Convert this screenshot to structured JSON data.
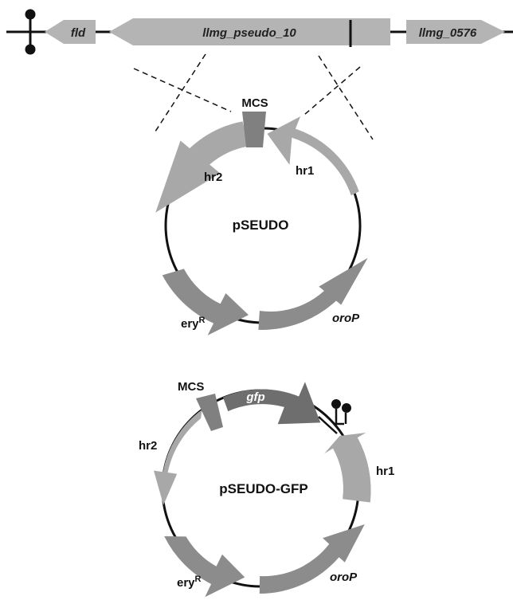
{
  "colors": {
    "light_gray": "#b4b4b4",
    "mid_gray": "#a8a8a8",
    "dark_gray": "#8c8c8c",
    "darker_gray": "#6e6e6e",
    "line": "#111111"
  },
  "genome": {
    "genes": [
      "fld",
      "llmg_pseudo_10",
      "llmg_0576"
    ]
  },
  "pseudo": {
    "name": "pSEUDO",
    "mcs": "MCS",
    "hr1": "hr1",
    "hr2": "hr2",
    "ery_base": "ery",
    "ery_sup": "R",
    "orop": "oroP"
  },
  "pseudo_gfp": {
    "name": "pSEUDO-GFP",
    "mcs": "MCS",
    "gfp": "gfp",
    "hr1": "hr1",
    "hr2": "hr2",
    "ery_base": "ery",
    "ery_sup": "R",
    "orop": "oroP"
  }
}
